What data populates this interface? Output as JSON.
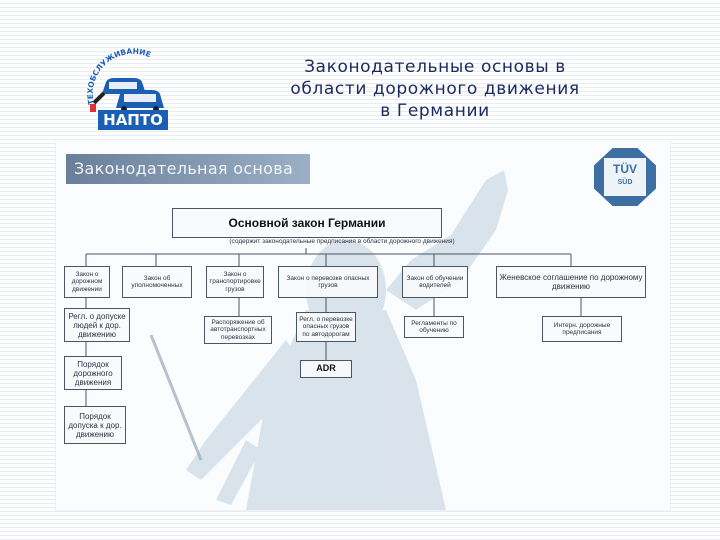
{
  "slide": {
    "title_lines": [
      "Законодательные основы в",
      "области дорожного движения",
      "в Германии"
    ]
  },
  "logo": {
    "arc_text": "ТЕХОБСЛУЖИВАНИЕ",
    "brand": "НАПТО"
  },
  "diagram": {
    "header": "Законодательная основа",
    "badge_top": "TÜV",
    "badge_bottom": "SÜD",
    "main": "Основной закон Германии",
    "main_note": "(содержит законодательные предписания в области дорожного движения)",
    "level1": [
      "Закон о дорожном движении",
      "Закон об уполномоченных",
      "Закон о транспортировке грузов",
      "Закон о перевозке опасных грузов",
      "Закон об обучении водителей",
      "Женевское соглашение по дорожному движению"
    ],
    "level2": {
      "col1": [
        "Регл. о допуске людей к дор. движению",
        "Порядок дорожного движения",
        "Порядок допуска к дор. движению"
      ],
      "col3": "Распоряжение об автотранспортных перевозках",
      "col4": "Регл. о перевозке опасных грузов по автодорогам",
      "col4_adr": "ADR",
      "col5": "Регламенты по обучению",
      "col6": "Интерн. дорожные предписания"
    }
  }
}
